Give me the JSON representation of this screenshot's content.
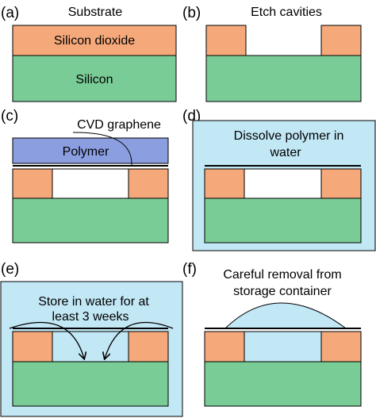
{
  "colors": {
    "silicon": "#7acc97",
    "oxide": "#f5a97a",
    "polymer": "#8b9ee0",
    "water": "#c2e7f5",
    "outline": "#000000"
  },
  "panels": {
    "a": {
      "tag": "(a)",
      "caption": "Substrate",
      "oxide_label": "Silicon dioxide",
      "silicon_label": "Silicon"
    },
    "b": {
      "tag": "(b)",
      "caption": "Etch cavities"
    },
    "c": {
      "tag": "(c)",
      "caption": "CVD graphene",
      "polymer_label": "Polymer"
    },
    "d": {
      "tag": "(d)",
      "caption_line1": "Dissolve polymer in",
      "caption_line2": "water"
    },
    "e": {
      "tag": "(e)",
      "caption_line1": "Store in water for at",
      "caption_line2": "least 3 weeks"
    },
    "f": {
      "tag": "(f)",
      "caption_line1": "Careful removal from",
      "caption_line2": "storage container"
    }
  }
}
